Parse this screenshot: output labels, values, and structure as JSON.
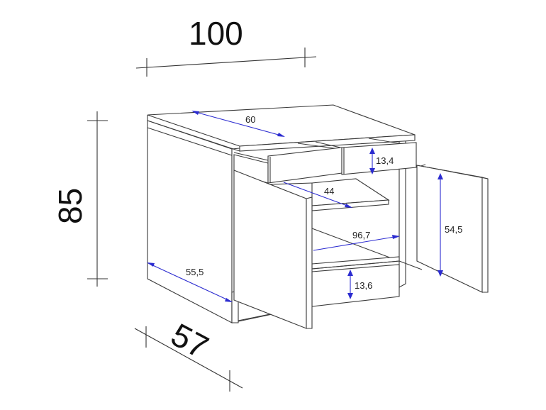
{
  "diagram": {
    "subject": "base cabinet with 2 drawers and 2 doors",
    "overall_dimensions": {
      "width": "100",
      "height": "85",
      "depth": "57"
    },
    "inner_dimensions": {
      "worktop_depth": "60",
      "drawer_front_height": "13,4",
      "shelf_depth": "44",
      "inner_width": "96,7",
      "door_height": "54,5",
      "side_depth": "55,5",
      "plinth_height": "13,6"
    },
    "colors": {
      "outline": "#3a3a3a",
      "dimension_arrows": "#2c2cd0",
      "background": "#ffffff"
    }
  }
}
